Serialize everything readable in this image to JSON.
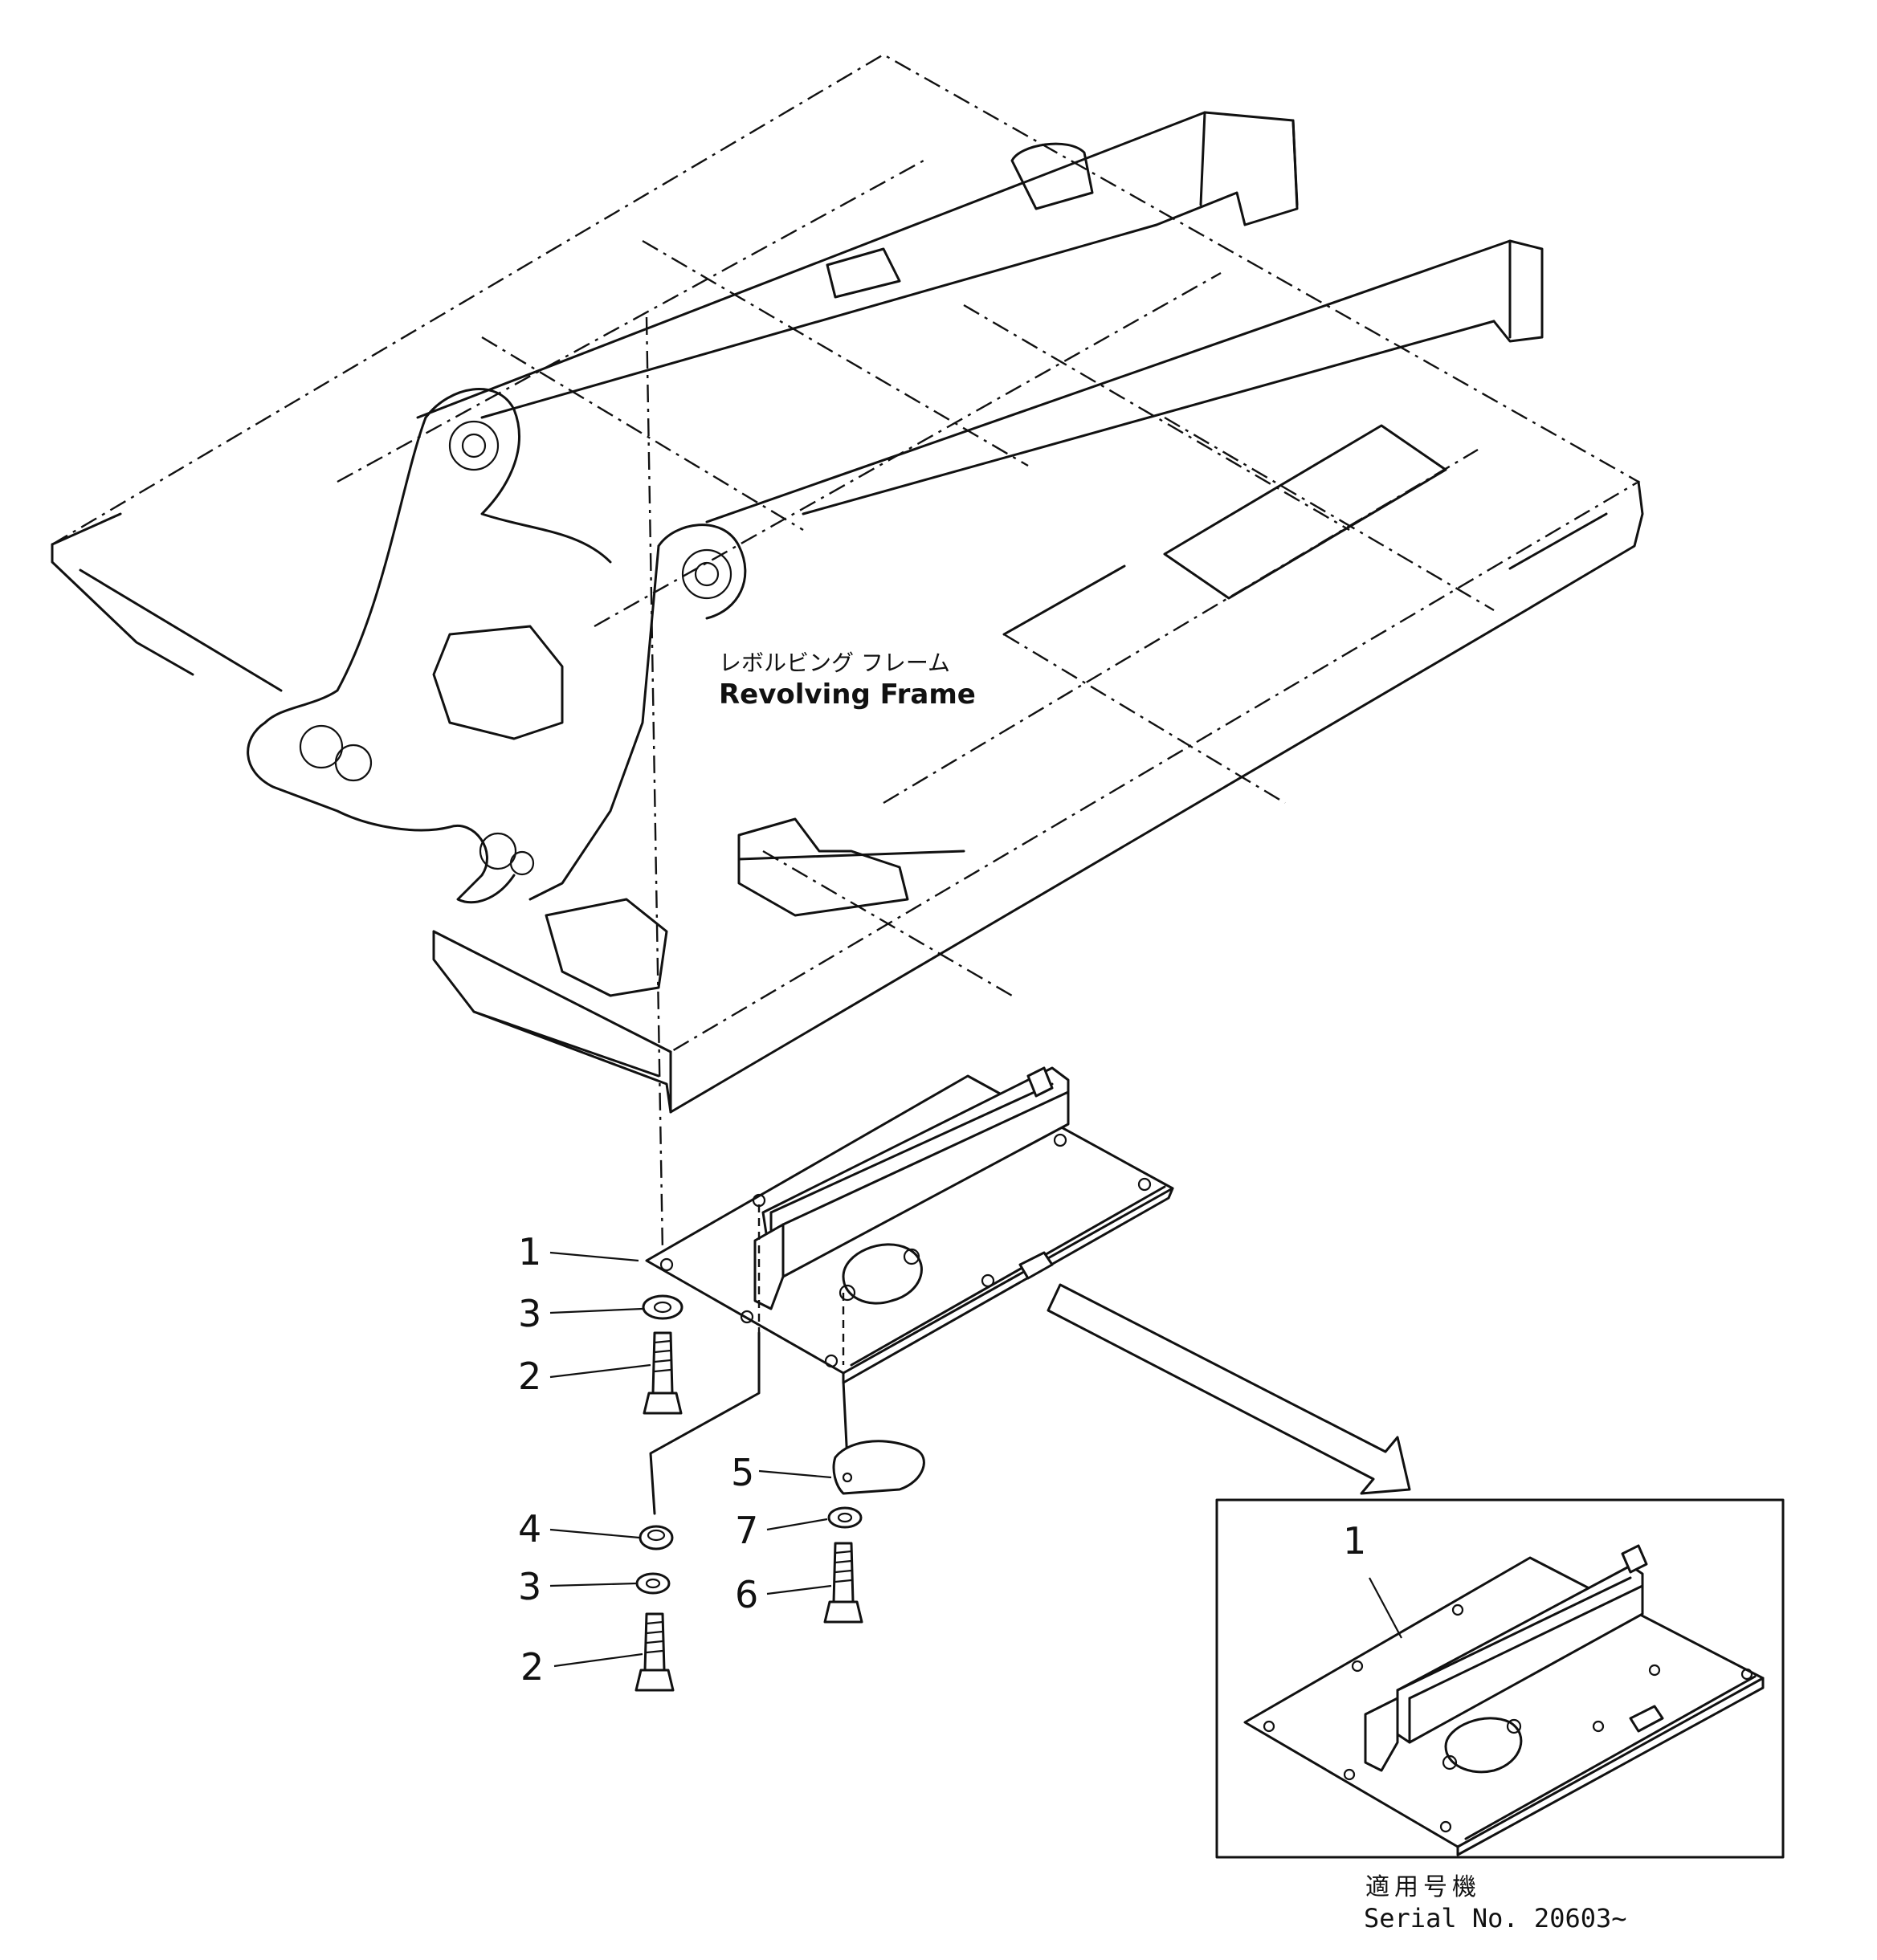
{
  "frame_label": {
    "jp": "レボルビング フレーム",
    "en": "Revolving Frame"
  },
  "callouts": [
    {
      "id": "c1",
      "number": "1"
    },
    {
      "id": "c3a",
      "number": "3"
    },
    {
      "id": "c2a",
      "number": "2"
    },
    {
      "id": "c5",
      "number": "5"
    },
    {
      "id": "c4",
      "number": "4"
    },
    {
      "id": "c7",
      "number": "7"
    },
    {
      "id": "c3b",
      "number": "3"
    },
    {
      "id": "c6",
      "number": "6"
    },
    {
      "id": "c2b",
      "number": "2"
    },
    {
      "id": "c1b",
      "number": "1"
    }
  ],
  "serial": {
    "jp": "適用号機",
    "en": "Serial  No.  20603~"
  }
}
